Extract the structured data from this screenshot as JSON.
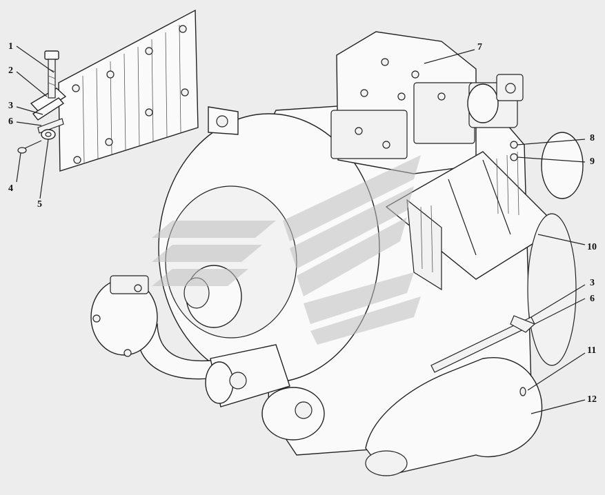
{
  "callouts": [
    {
      "id": "c1",
      "text": "1"
    },
    {
      "id": "c2",
      "text": "2"
    },
    {
      "id": "c3a",
      "text": "3"
    },
    {
      "id": "c6a",
      "text": "6"
    },
    {
      "id": "c4",
      "text": "4"
    },
    {
      "id": "c5",
      "text": "5"
    },
    {
      "id": "c7",
      "text": "7"
    },
    {
      "id": "c8",
      "text": "8"
    },
    {
      "id": "c9",
      "text": "9"
    },
    {
      "id": "c10",
      "text": "10"
    },
    {
      "id": "c3b",
      "text": "3"
    },
    {
      "id": "c6b",
      "text": "6"
    },
    {
      "id": "c11",
      "text": "11"
    },
    {
      "id": "c12",
      "text": "12"
    }
  ],
  "colors": {
    "background": "#ededed",
    "line": "#222222",
    "watermark": "#bdbdbd"
  }
}
